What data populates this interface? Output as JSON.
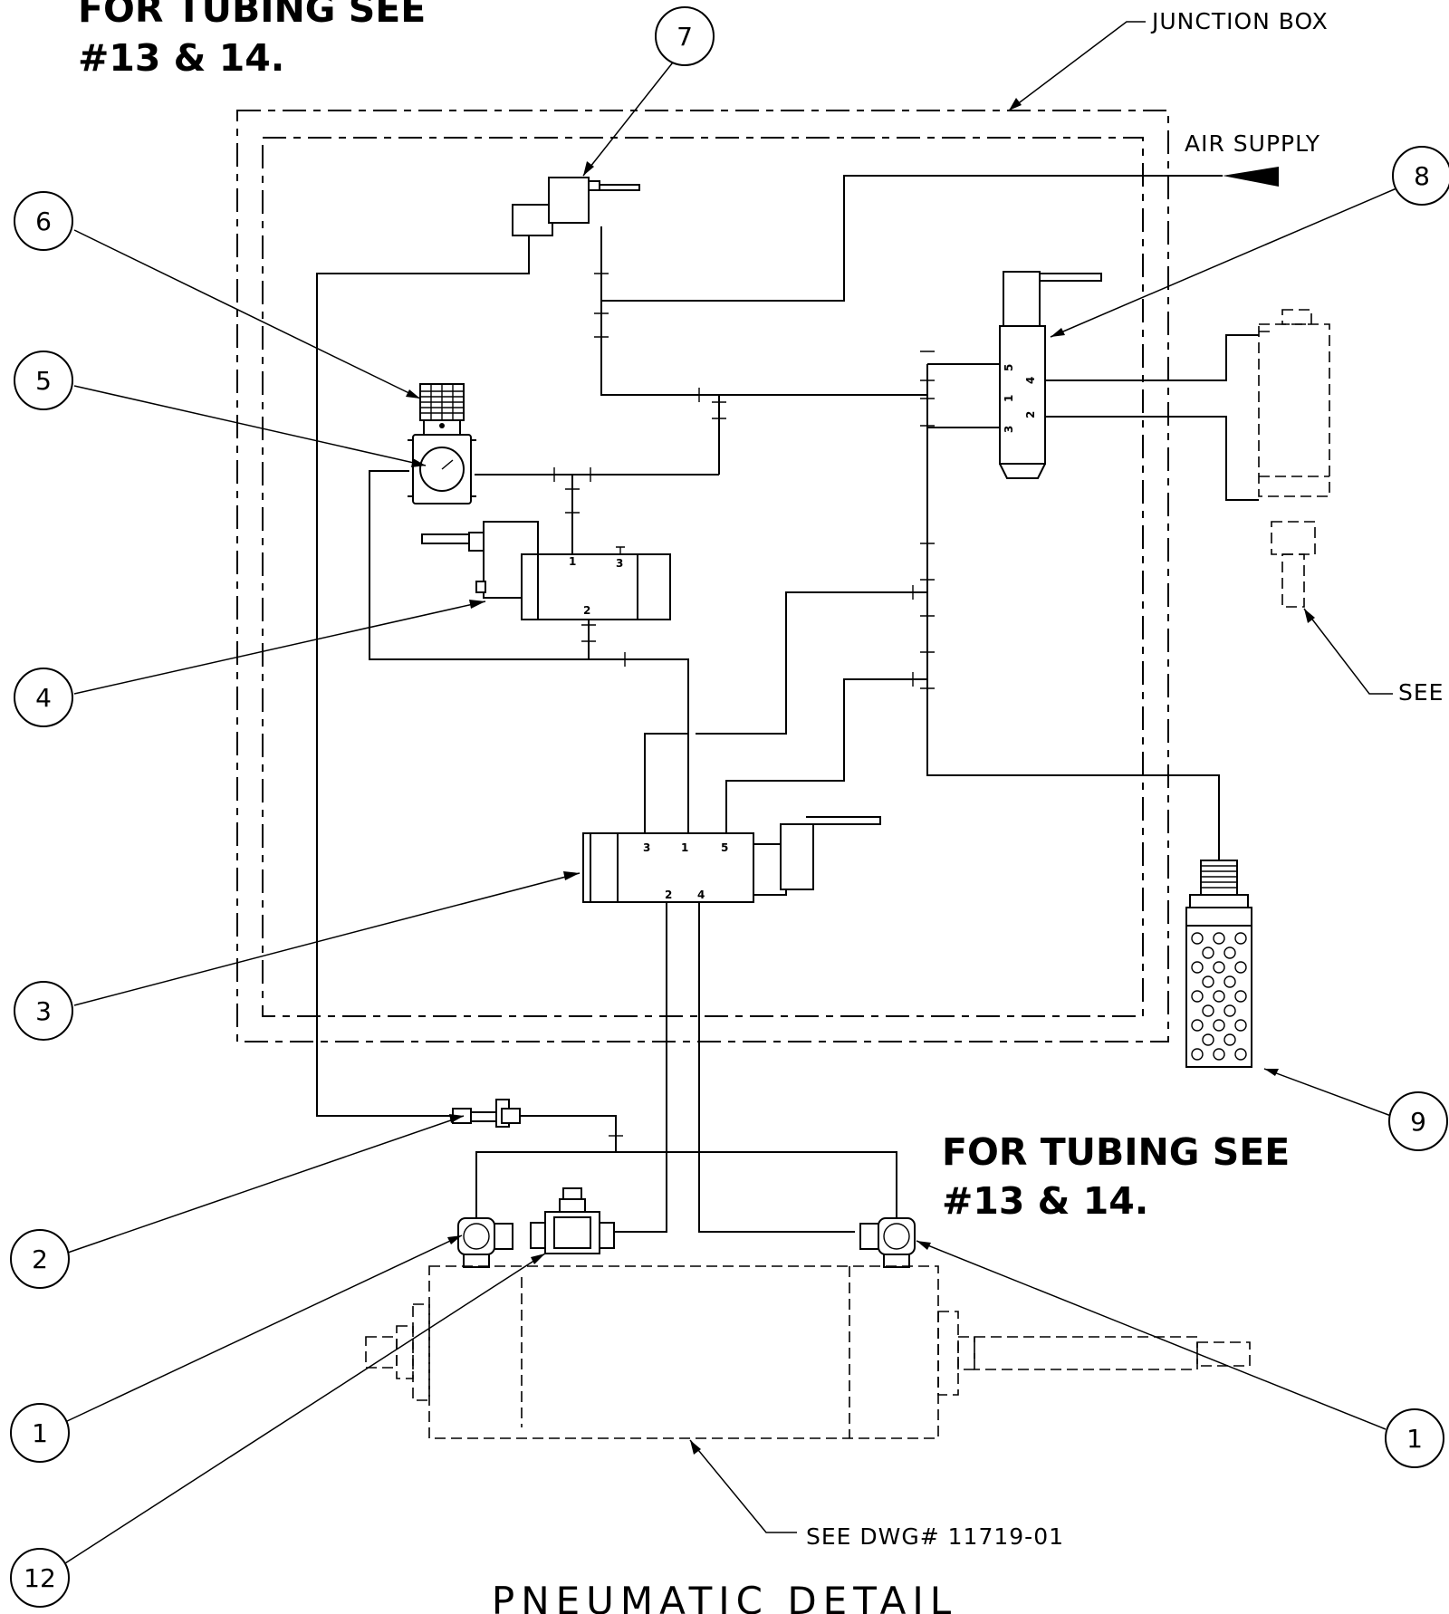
{
  "notes": {
    "tubing_top_line1": "FOR TUBING SEE",
    "tubing_top_line2": "#13 & 14.",
    "tubing_bottom_line1": "FOR TUBING SEE",
    "tubing_bottom_line2": "#13 & 14."
  },
  "labels": {
    "junction_box": "JUNCTION BOX",
    "air_supply": "AIR SUPPLY",
    "see_right": "SEE",
    "see_dwg": "SEE DWG# 11719-01"
  },
  "title": "PNEUMATIC DETAIL",
  "callouts": {
    "c7": "7",
    "c6": "6",
    "c5": "5",
    "c8": "8",
    "c4": "4",
    "c3": "3",
    "c9": "9",
    "c2": "2",
    "c1_left": "1",
    "c1_right": "1",
    "c12": "12"
  },
  "ports": {
    "v4_p1": "1",
    "v4_p3": "3",
    "v4_p2": "2",
    "v3_p3": "3",
    "v3_p1": "1",
    "v3_p5": "5",
    "v3_p2": "2",
    "v3_p4": "4",
    "v8_p5": "5",
    "v8_p1": "1",
    "v8_p3": "3",
    "v8_p4": "4",
    "v8_p2": "2"
  },
  "colors": {
    "ink": "#000000",
    "paper": "#ffffff"
  }
}
